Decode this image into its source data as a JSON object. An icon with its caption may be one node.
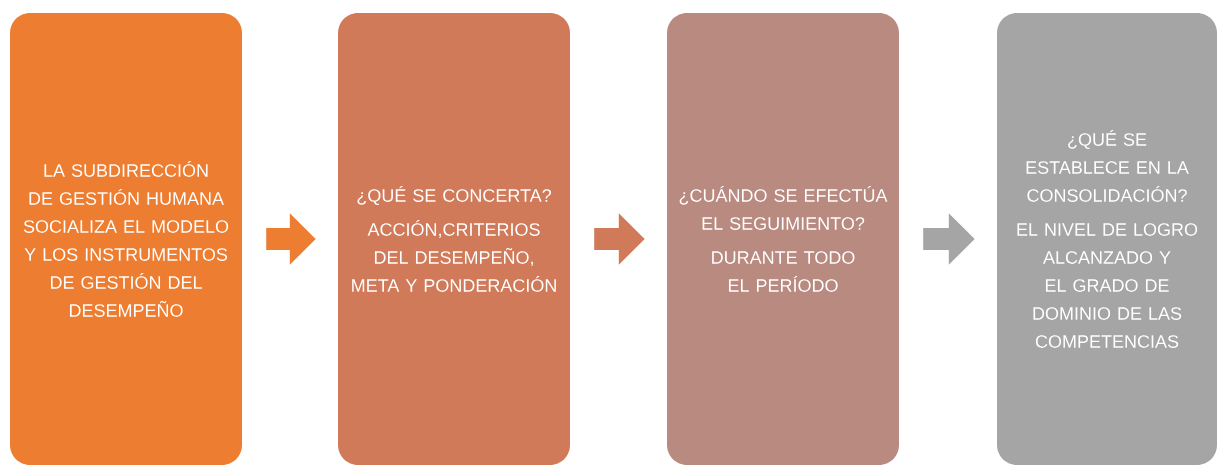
{
  "diagram": {
    "nodes": [
      {
        "text": [
          "LA SUBDIRECCIÓN DE GESTIÓN HUMANA SOCIALIZA EL MODELO Y LOS INSTRUMENTOS DE GESTIÓN DEL DESEMPEÑO"
        ]
      },
      {
        "text": [
          "¿QUÉ SE CONCERTA?",
          "ACCIÓN,CRITERIOS DEL DESEMPEÑO, META Y PONDERACIÓN"
        ]
      },
      {
        "text": [
          "¿CUÁNDO SE EFECTÚA EL SEGUIMIENTO?",
          "DURANTE TODO EL PERÍODO"
        ]
      },
      {
        "text": [
          "¿QUÉ SE ESTABLECE EN LA CONSOLIDACIÓN?",
          "EL NIVEL DE LOGRO ALCANZADO Y EL GRADO DE DOMINIO DE LAS COMPETENCIAS"
        ]
      }
    ],
    "edges": [
      {
        "from": 0,
        "to": 1,
        "arrow": "to",
        "color": "#ed7d31"
      },
      {
        "from": 1,
        "to": 2,
        "arrow": "to",
        "color": "#d07a5a"
      },
      {
        "from": 2,
        "to": 3,
        "arrow": "to",
        "color": "#a5a5a5"
      }
    ]
  }
}
